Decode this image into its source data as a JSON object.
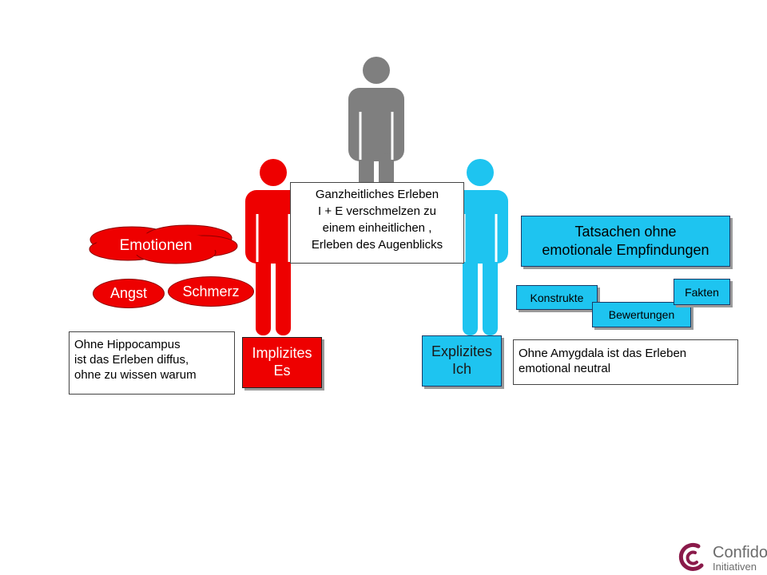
{
  "colors": {
    "red": "#ee0000",
    "cyan": "#1ec4f0",
    "gray": "#7f7f7f"
  },
  "center_note": {
    "line1": "Ganzheitliches Erleben",
    "line2": "I + E verschmelzen zu",
    "line3": "einem einheitlichen ,",
    "line4": "Erleben des Augenblicks"
  },
  "left": {
    "cloud_label": "Emotionen",
    "oval1": "Angst",
    "oval2": "Schmerz",
    "note": {
      "line1": "Ohne Hippocampus",
      "line2": "ist das Erleben diffus,",
      "line3": "ohne zu wissen warum"
    },
    "label": {
      "line1": "Implizites",
      "line2": "Es"
    }
  },
  "right": {
    "big_box": {
      "line1": "Tatsachen ohne",
      "line2": "emotionale Empfindungen"
    },
    "tags": [
      "Konstrukte",
      "Bewertungen",
      "Fakten"
    ],
    "note": {
      "line1": "Ohne Amygdala ist das Erleben",
      "line2": "emotional neutral"
    },
    "label": {
      "line1": "Explizites",
      "line2": "Ich"
    }
  },
  "logo": {
    "line1": "Confido",
    "line2": "Initiativen"
  }
}
